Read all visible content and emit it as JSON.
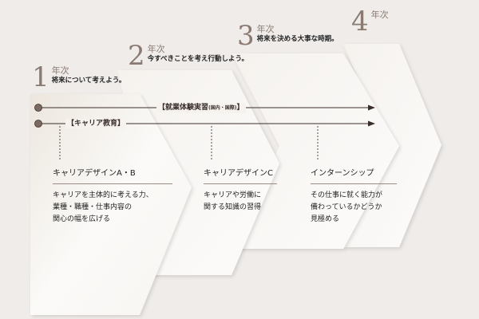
{
  "years": [
    {
      "num": "1",
      "label": "年次",
      "caption": "将来について考えよう。"
    },
    {
      "num": "2",
      "label": "年次",
      "caption": "今すべきことを考え行動しよう。"
    },
    {
      "num": "3",
      "label": "年次",
      "caption": "将来を決める大事な時期。"
    },
    {
      "num": "4",
      "label": "年次",
      "caption": ""
    }
  ],
  "arrows": [
    {
      "label": "【就業体験実習",
      "note": "(国内・国際)",
      "close": "】"
    },
    {
      "label": "【キャリア教育】",
      "note": "",
      "close": ""
    }
  ],
  "cards": [
    {
      "title": "キャリアデザインA・B",
      "desc": "キャリアを主体的に考える力、\n業種・職種・仕事内容の\n関心の幅を広げる"
    },
    {
      "title": "キャリアデザインC",
      "desc": "キャリアや労働に\n関する知識の習得"
    },
    {
      "title": "インターンシップ",
      "desc": "その仕事に就く能力が\n備わっているかどうか\n見極める"
    }
  ],
  "colors": {
    "background": "#efecea",
    "panel": "#fbfaf8",
    "line": "#3a2e2a",
    "dot": "#7a6a62"
  }
}
